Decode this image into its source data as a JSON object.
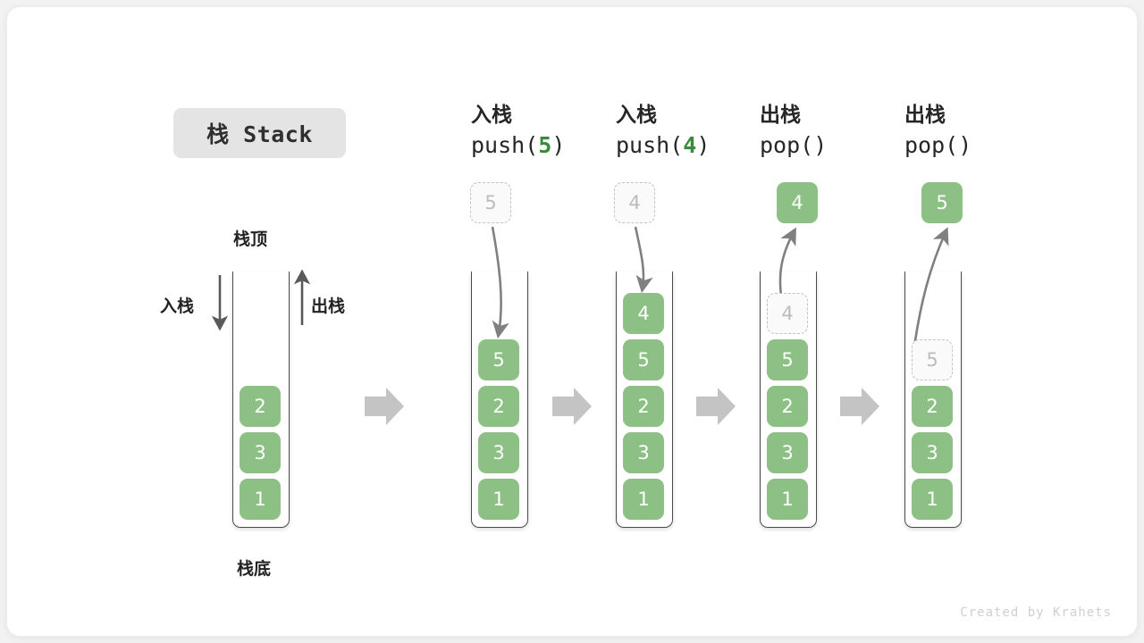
{
  "title": {
    "text": "栈 Stack"
  },
  "footer": {
    "text": "Created by Krahets"
  },
  "colors": {
    "cell_fill": "#8cc084",
    "cell_text": "#ffffff",
    "ghost_fill": "#fafafa",
    "ghost_text": "#bcbcbc",
    "ghost_border": "#c3c3c3",
    "accent_green": "#3a8a3e",
    "arrow_gray": "#c4c4c4",
    "line_gray": "#7a7a7a",
    "frame_line": "#4a4a4a",
    "badge_bg": "#e4e4e4",
    "page_bg": "#f2f2f2",
    "card_bg": "#ffffff"
  },
  "annotations": {
    "top_label": "栈顶",
    "bottom_label": "栈底",
    "push_side_label": "入栈",
    "pop_side_label": "出栈"
  },
  "columns": [
    {
      "id": "initial",
      "op_cn": "",
      "op_code": "",
      "op_arg": "",
      "floating": null,
      "stack": [
        "2",
        "3",
        "1"
      ]
    },
    {
      "id": "push-5",
      "op_cn": "入栈",
      "op_code_prefix": "push(",
      "op_arg": "5",
      "op_code_suffix": ")",
      "floating": {
        "value": "5",
        "style": "ghost"
      },
      "stack": [
        "5",
        "2",
        "3",
        "1"
      ]
    },
    {
      "id": "push-4",
      "op_cn": "入栈",
      "op_code_prefix": "push(",
      "op_arg": "4",
      "op_code_suffix": ")",
      "floating": {
        "value": "4",
        "style": "ghost"
      },
      "stack": [
        "4",
        "5",
        "2",
        "3",
        "1"
      ]
    },
    {
      "id": "pop-1",
      "op_cn": "出栈",
      "op_code_prefix": "pop(",
      "op_arg": "",
      "op_code_suffix": ")",
      "floating": {
        "value": "4",
        "style": "solid"
      },
      "stack": [
        "4",
        "5",
        "2",
        "3",
        "1"
      ],
      "ghost_top": "4"
    },
    {
      "id": "pop-2",
      "op_cn": "出栈",
      "op_code_prefix": "pop(",
      "op_arg": "",
      "op_code_suffix": ")",
      "floating": {
        "value": "5",
        "style": "solid"
      },
      "stack": [
        "5",
        "2",
        "3",
        "1"
      ],
      "ghost_top": "5"
    }
  ],
  "transition_arrows": 4
}
